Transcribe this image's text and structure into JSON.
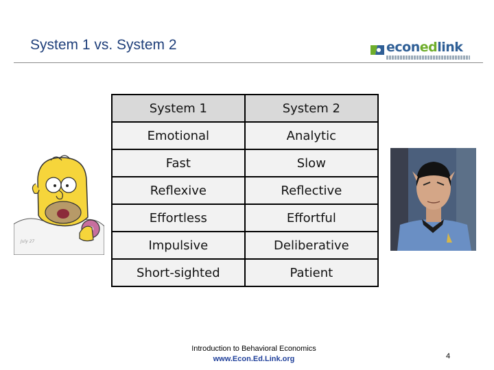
{
  "slide": {
    "title": "System 1 vs. System 2",
    "page_number": "4"
  },
  "logo": {
    "part1": "econ",
    "part2": "ed",
    "part3": "link"
  },
  "table": {
    "headers": [
      "System 1",
      "System 2"
    ],
    "rows": [
      [
        "Emotional",
        "Analytic"
      ],
      [
        "Fast",
        "Slow"
      ],
      [
        "Reflexive",
        "Reflective"
      ],
      [
        "Effortless",
        "Effortful"
      ],
      [
        "Impulsive",
        "Deliberative"
      ],
      [
        "Short-sighted",
        "Patient"
      ]
    ]
  },
  "images": {
    "left_caption": "July 27"
  },
  "footer": {
    "line1": "Introduction to Behavioral Economics",
    "line2": "www.Econ.Ed.Link.org"
  },
  "colors": {
    "title": "#1f3f7a",
    "header_cell": "#d9d9d9",
    "body_cell": "#f2f2f2",
    "logo_blue": "#2f5f96",
    "logo_green": "#6fae2c"
  }
}
